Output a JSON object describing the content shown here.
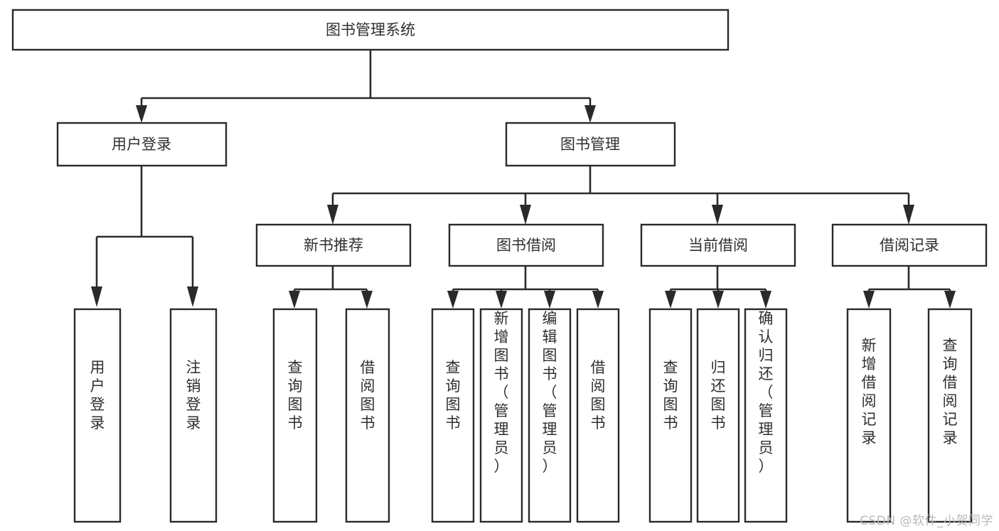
{
  "diagram": {
    "type": "tree-hierarchy",
    "title": "图书管理系统",
    "watermark": "CSDN @软件_小贺同学",
    "colors": {
      "box_stroke": "#2a2a2a",
      "box_fill": "#ffffff",
      "text": "#2f2f2f",
      "connector": "#2a2a2a",
      "watermark": "#b9b9b9",
      "background": "#ffffff"
    },
    "nodes": {
      "root": {
        "label": "图书管理系统",
        "level": 0
      },
      "level1": [
        {
          "id": "user-login",
          "label": "用户登录"
        },
        {
          "id": "book-manage",
          "label": "图书管理"
        }
      ],
      "level2": [
        {
          "id": "new-book-rec",
          "label": "新书推荐",
          "parent": "book-manage"
        },
        {
          "id": "book-borrow",
          "label": "图书借阅",
          "parent": "book-manage"
        },
        {
          "id": "current-borrow",
          "label": "当前借阅",
          "parent": "book-manage"
        },
        {
          "id": "borrow-record",
          "label": "借阅记录",
          "parent": "book-manage"
        }
      ],
      "leaves": [
        {
          "id": "leaf-user-login",
          "label": "用户登录",
          "parent": "user-login"
        },
        {
          "id": "leaf-logout",
          "label": "注销登录",
          "parent": "user-login"
        },
        {
          "id": "leaf-query-book-1",
          "label": "查询图书",
          "parent": "new-book-rec"
        },
        {
          "id": "leaf-borrow-book-1",
          "label": "借阅图书",
          "parent": "new-book-rec"
        },
        {
          "id": "leaf-query-book-2",
          "label": "查询图书",
          "parent": "book-borrow"
        },
        {
          "id": "leaf-add-book",
          "label": "新增图书（管理员）",
          "parent": "book-borrow"
        },
        {
          "id": "leaf-edit-book",
          "label": "编辑图书（管理员）",
          "parent": "book-borrow"
        },
        {
          "id": "leaf-borrow-book-2",
          "label": "借阅图书",
          "parent": "book-borrow"
        },
        {
          "id": "leaf-query-book-3",
          "label": "查询图书",
          "parent": "current-borrow"
        },
        {
          "id": "leaf-return-book",
          "label": "归还图书",
          "parent": "current-borrow"
        },
        {
          "id": "leaf-confirm-return",
          "label": "确认归还（管理员）",
          "parent": "current-borrow"
        },
        {
          "id": "leaf-add-record",
          "label": "新增借阅记录",
          "parent": "borrow-record"
        },
        {
          "id": "leaf-query-record",
          "label": "查询借阅记录",
          "parent": "borrow-record"
        }
      ]
    }
  }
}
